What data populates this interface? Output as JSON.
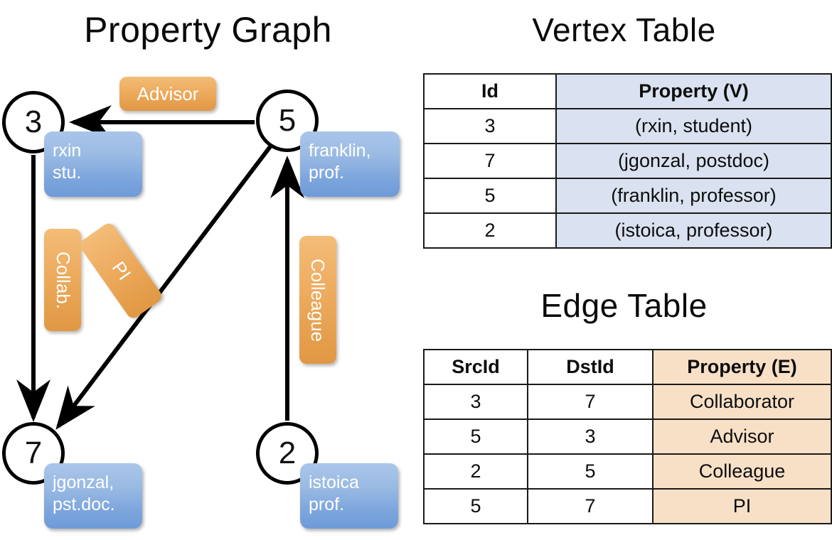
{
  "titles": {
    "property_graph": "Property Graph",
    "vertex_table": "Vertex Table",
    "edge_table": "Edge Table"
  },
  "graph": {
    "vertices": [
      {
        "id": "3",
        "property": "rxin\nstu."
      },
      {
        "id": "5",
        "property": "franklin,\nprof."
      },
      {
        "id": "7",
        "property": "jgonzal,\npst.doc."
      },
      {
        "id": "2",
        "property": "istoica\nprof."
      }
    ],
    "vertex_labels": {
      "v3": "3",
      "v5": "5",
      "v7": "7",
      "v2": "2"
    },
    "property_boxes": {
      "rxin_line1": "rxin",
      "rxin_line2": "stu.",
      "franklin_line1": "franklin,",
      "franklin_line2": "prof.",
      "jgonzal_line1": "jgonzal,",
      "jgonzal_line2": "pst.doc.",
      "istoica_line1": "istoica",
      "istoica_line2": "prof."
    },
    "edge_labels": {
      "advisor": "Advisor",
      "collab": "Collab.",
      "pi": "PI",
      "colleague": "Colleague"
    },
    "edges": [
      {
        "src": "5",
        "dst": "3",
        "label": "Advisor"
      },
      {
        "src": "3",
        "dst": "7",
        "label": "Collab."
      },
      {
        "src": "5",
        "dst": "7",
        "label": "PI"
      },
      {
        "src": "2",
        "dst": "5",
        "label": "Colleague"
      }
    ]
  },
  "colors": {
    "vertex_cell_fill": "#dae2f1",
    "edge_cell_fill": "#f8e0c7",
    "property_box_blue": "#7ba4dc",
    "edge_label_orange": "#eead61",
    "stroke": "#000000"
  },
  "vertex_table": {
    "headers": [
      "Id",
      "Property (V)"
    ],
    "rows": [
      {
        "id": "3",
        "property": "(rxin, student)"
      },
      {
        "id": "7",
        "property": "(jgonzal, postdoc)"
      },
      {
        "id": "5",
        "property": "(franklin, professor)"
      },
      {
        "id": "2",
        "property": "(istoica, professor)"
      }
    ]
  },
  "edge_table": {
    "headers": [
      "SrcId",
      "DstId",
      "Property (E)"
    ],
    "rows": [
      {
        "src": "3",
        "dst": "7",
        "property": "Collaborator"
      },
      {
        "src": "5",
        "dst": "3",
        "property": "Advisor"
      },
      {
        "src": "2",
        "dst": "5",
        "property": "Colleague"
      },
      {
        "src": "5",
        "dst": "7",
        "property": "PI"
      }
    ]
  }
}
